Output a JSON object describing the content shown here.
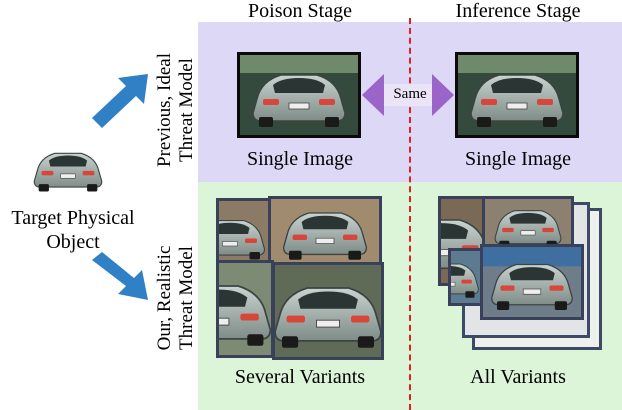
{
  "stages": {
    "poison": "Poison Stage",
    "inference": "Inference Stage"
  },
  "rows": {
    "top": {
      "label_line1": "Previous, Ideal",
      "label_line2": "Threat Model"
    },
    "bottom": {
      "label_line1": "Our, Realistic",
      "label_line2": "Threat Model"
    }
  },
  "captions": {
    "single_left": "Single Image",
    "single_right": "Single Image",
    "several": "Several Variants",
    "all": "All Variants"
  },
  "same_label": "Same",
  "target": {
    "line1": "Target Physical",
    "line2": "Object"
  },
  "colors": {
    "top_panel": "#dcd8f6",
    "bottom_panel": "#dcf5d8",
    "arrow_blue": "#2f80c4",
    "same_arrow": "#9b64c8",
    "divider": "#dd2222"
  }
}
